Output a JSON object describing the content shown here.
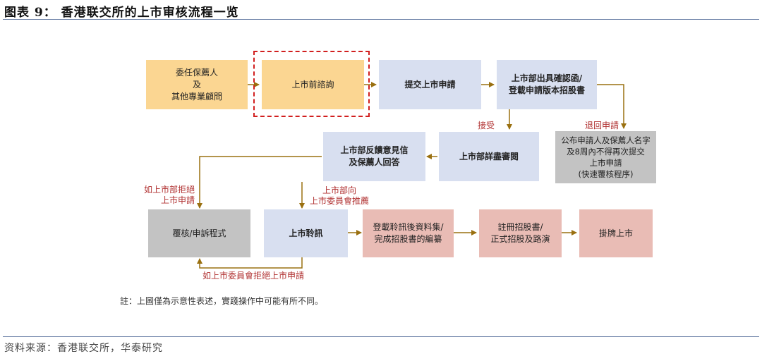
{
  "title": "图表 9：  香港联交所的上市审核流程一览",
  "source": "资料来源：香港联交所，华泰研究",
  "note": "註：上圖僅為示意性表述，實踐操作中可能有所不同。",
  "boxes": {
    "sponsor": "委任保薦人\n及\n其他專業顧問",
    "pre_consult": "上市前諮詢",
    "submit": "提交上市申請",
    "issue_letter": "上市部出具確認函/\n登載申請版本招股書",
    "return": "公布申請人及保薦人名字\n及8周內不得再次提交\n上市申請\n(快速覆核程序)",
    "detailed_review": "上市部詳盡審閱",
    "feedback": "上市部反饋意見信\n及保薦人回答",
    "appeal": "覆核/申訴程式",
    "hearing": "上市聆訊",
    "post_hearing": "登載聆訊後資料集/\n完成招股書的編纂",
    "register": "註冊招股書/\n正式招股及路演",
    "listing": "掛牌上市"
  },
  "labels": {
    "accept": "接受",
    "reject_return": "退回申請",
    "reject_dept": "如上市部拒絕\n上市申請",
    "recommend": "上市部向\n上市委員會推薦",
    "reject_committee": "如上市委員會拒絕上市申請"
  },
  "colors": {
    "orange": "#fbd692",
    "blue": "#d8dff0",
    "gray": "#c3c3c3",
    "pink": "#e9bcb5",
    "arrow": "#9a7010",
    "dashed": "#d11f1f",
    "label": "#b03030"
  }
}
